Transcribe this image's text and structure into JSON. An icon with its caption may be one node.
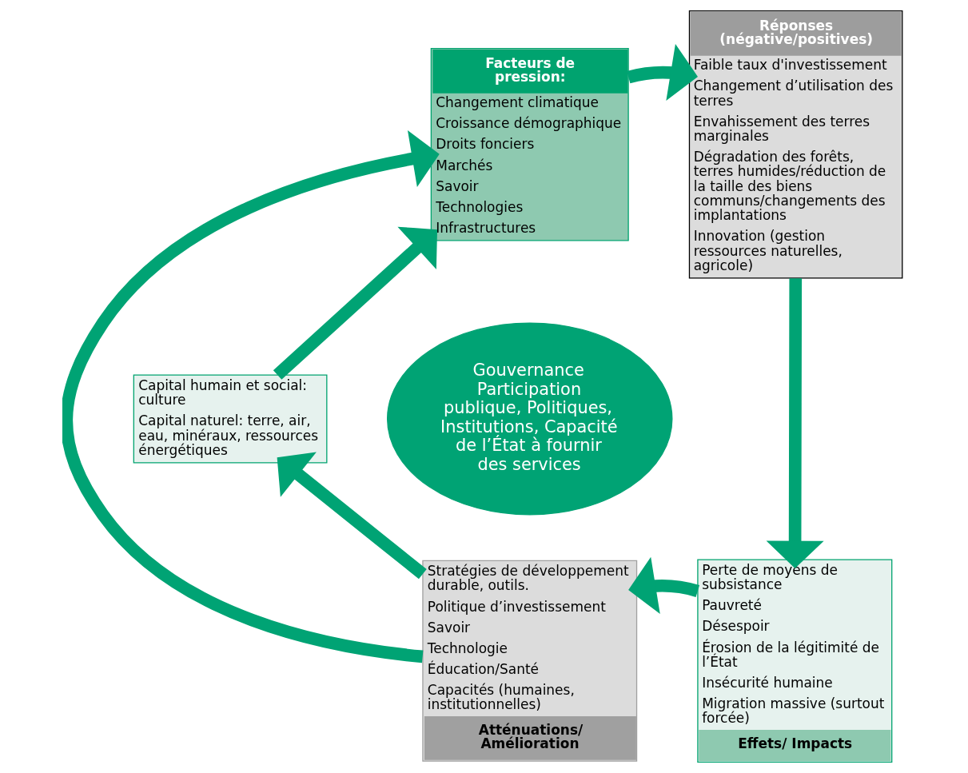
{
  "diagram": {
    "nodes": [
      {
        "text": [
          "Facteurs de pression:",
          "Changement climatique",
          "Croissance démographique",
          "Droits fonciers",
          "Marchés",
          "Savoir",
          "Technologies",
          "Infrastructures"
        ]
      },
      {
        "text": [
          "Réponses (négative/positives)",
          "Faible taux d'investissement",
          "Changement d’utilisation des terres",
          "Envahissement des terres marginales",
          "Dégradation des forêts, terres humides/réduction de la taille des biens communs/changements des implantations",
          "Innovation (gestion ressources naturelles, agricole)"
        ]
      },
      {
        "text": [
          "Perte de moyens de subsistance",
          "Pauvreté",
          "Désespoir",
          "Érosion de la légitimité de l’État",
          "Insécurité humaine",
          "Migration massive (surtout forcée)",
          "Effets/ Impacts"
        ]
      },
      {
        "text": [
          "Stratégies de développement durable, outils.",
          "Politique d’investissement",
          "Savoir",
          "Technologie",
          "Éducation/Santé",
          "Capacités (humaines, institutionnelles)",
          "Atténuations/ Amélioration"
        ]
      },
      {
        "text": [
          "Capital humain et social: culture",
          "Capital naturel: terre, air, eau, minéraux, ressources énergétiques"
        ]
      },
      {
        "text": [
          "Gouvernance",
          "Participation publique, Politiques, Institutions, Capacité de l’État à fournir des services"
        ]
      }
    ],
    "edges": [
      {
        "from": 0,
        "to": 1,
        "arrow": "to"
      },
      {
        "from": 1,
        "to": 2,
        "arrow": "to"
      },
      {
        "from": 2,
        "to": 3,
        "arrow": "to"
      },
      {
        "from": 3,
        "to": 0,
        "arrow": "to"
      },
      {
        "from": 3,
        "to": 4,
        "arrow": "to"
      },
      {
        "from": 4,
        "to": 0,
        "arrow": "to"
      }
    ]
  }
}
